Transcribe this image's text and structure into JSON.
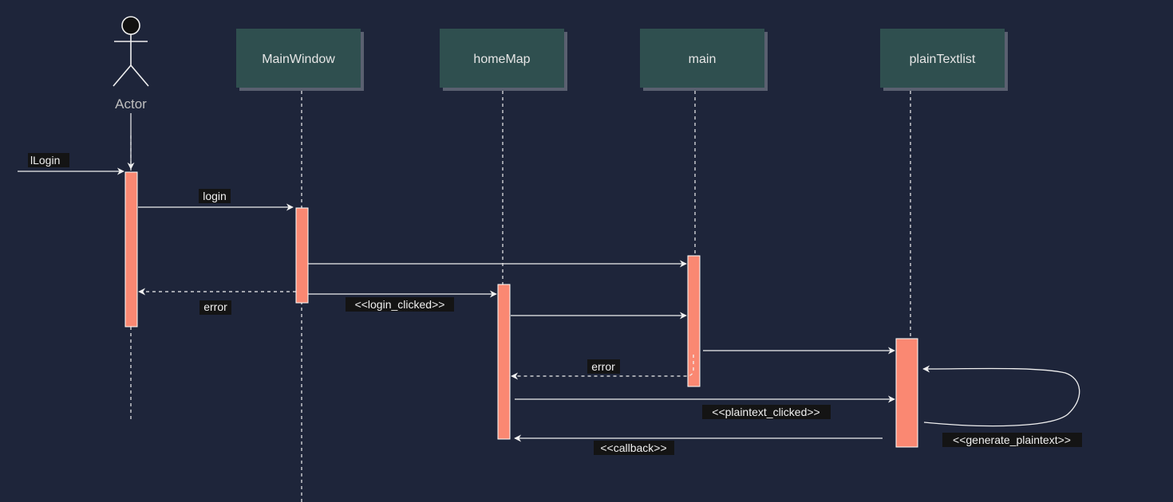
{
  "actor": {
    "label": "Actor"
  },
  "participants": [
    {
      "id": "mainwindow",
      "label": "MainWindow"
    },
    {
      "id": "homemap",
      "label": "homeMap"
    },
    {
      "id": "main",
      "label": "main"
    },
    {
      "id": "plaintextlist",
      "label": "plainTextlist"
    }
  ],
  "messages": {
    "ilogin": "lLogin",
    "login": "login",
    "error_to_actor": "error",
    "login_clicked": "<<login_clicked>>",
    "error_to_homemap": "error",
    "plaintext_clicked": "<<plaintext_clicked>>",
    "callback": "<<callback>>",
    "generate_plaintext": "<<generate_plaintext>>"
  },
  "colors": {
    "background": "#1e253a",
    "participant_fill": "#2f4f4f",
    "participant_shadow": "#5a6070",
    "activation_fill": "#fa8872",
    "line": "#f0f0f0",
    "label_bg": "#141414"
  }
}
